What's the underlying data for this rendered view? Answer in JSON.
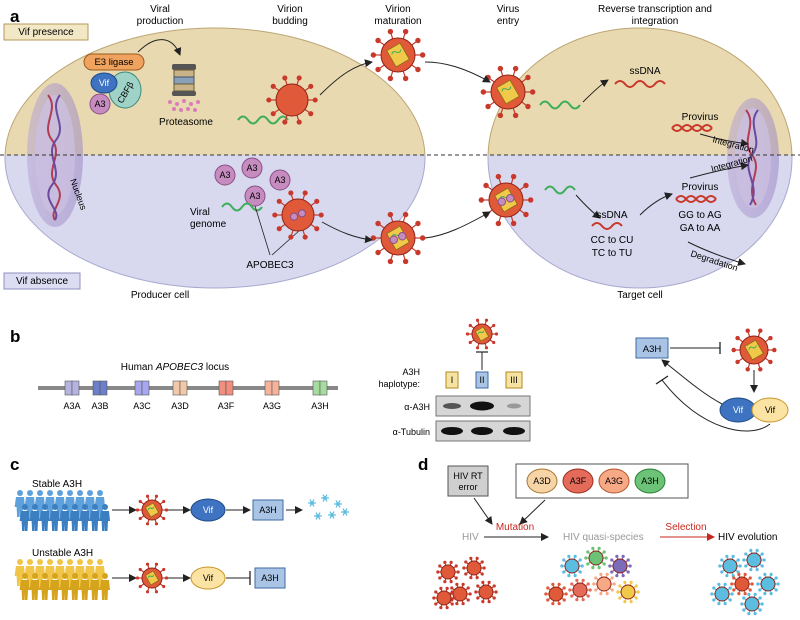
{
  "panels": {
    "a": {
      "letter": "a",
      "vif_presence": "Vif presence",
      "vif_absence": "Vif absence",
      "stages": {
        "viral_production": [
          "Viral",
          "production"
        ],
        "virion_budding": [
          "Virion",
          "budding"
        ],
        "virion_maturation": [
          "Virion",
          "maturation"
        ],
        "virus_entry": [
          "Virus",
          "entry"
        ],
        "rt_integration": [
          "Reverse transcription and",
          "integration"
        ]
      },
      "e3_ligase": "E3 ligase",
      "vif": "Vif",
      "cbfb": "CBFβ",
      "a3": "A3",
      "proteasome": "Proteasome",
      "nucleus": "Nucleus",
      "viral_genome": [
        "Viral",
        "genome"
      ],
      "apobec3": "APOBEC3",
      "ssdna": "ssDNA",
      "provirus": "Provirus",
      "integration": "Integration",
      "cc_to_cu": "CC to CU",
      "tc_to_tu": "TC to TU",
      "gg_to_ag": "GG to AG",
      "ga_to_aa": "GA to AA",
      "degradation": "Degradation",
      "producer_cell": "Producer cell",
      "target_cell": "Target cell"
    },
    "b": {
      "letter": "b",
      "locus_title_prefix": "Human ",
      "locus_title_italic": "APOBEC3",
      "locus_title_suffix": " locus",
      "genes": [
        "A3A",
        "A3B",
        "A3C",
        "A3D",
        "A3F",
        "A3G",
        "A3H"
      ],
      "haplotype_label": [
        "A3H",
        "haplotype:"
      ],
      "haplotypes": [
        "I",
        "II",
        "III"
      ],
      "blot_a3h": "α-A3H",
      "blot_tubulin": "α-Tubulin",
      "a3h": "A3H",
      "vif": "Vif"
    },
    "c": {
      "letter": "c",
      "stable": "Stable A3H",
      "unstable": "Unstable A3H",
      "vif": "Vif",
      "a3h": "A3H"
    },
    "d": {
      "letter": "d",
      "hiv_rt_error": [
        "HIV RT",
        "error"
      ],
      "a3s": [
        "A3D",
        "A3F",
        "A3G",
        "A3H"
      ],
      "mutation": "Mutation",
      "selection": "Selection",
      "hiv": "HIV",
      "quasi_species": "HIV quasi-species",
      "hiv_evolution": "HIV evolution"
    }
  },
  "colors": {
    "cell_top": "#e9d9b0",
    "cell_bottom": "#d8d8ef",
    "virion": "#e05a3a",
    "spike": "#c8392b",
    "rna": "#3fae5a",
    "dna": "#c8392b",
    "vif": "#3d73c0",
    "a3": "#c68cbf",
    "e3": "#f0a35e",
    "cbfb": "#9fd3c8",
    "a3h_box": "#a9c4e4",
    "stable_people": "#4f92cf",
    "unstable_people": "#e9b72c",
    "mutation_red": "#c8261e"
  }
}
